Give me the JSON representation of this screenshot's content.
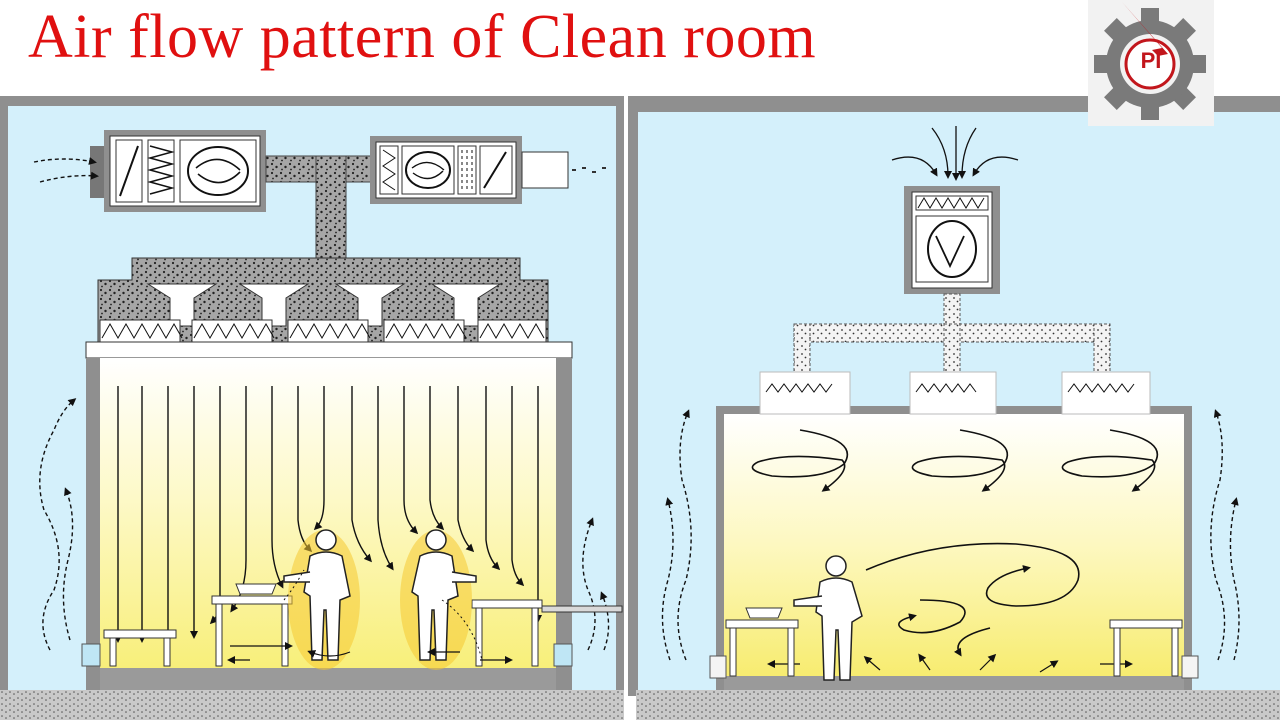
{
  "title": "Air flow pattern of Clean room",
  "logo": {
    "text": "PI",
    "icon": "gear-lightning-logo"
  },
  "colors": {
    "title": "#e01010",
    "wall": "#8f8f8f",
    "outer_bg": "#d4f0fb",
    "room_glow": "#fbf6a0",
    "duct_fill": "#a6a6a6",
    "logo_gear": "#7a7a7a",
    "logo_accent": "#c2161c"
  },
  "panels": [
    {
      "id": "unidirectional-flow-cleanroom",
      "icon": "vertical-airflow-arrows"
    },
    {
      "id": "non-unidirectional-flow-cleanroom",
      "icon": "turbulent-airflow-swirls"
    }
  ]
}
